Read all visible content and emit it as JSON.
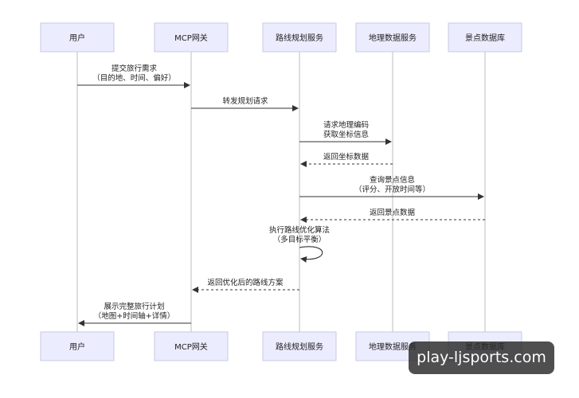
{
  "participants": [
    "用户",
    "MCP网关",
    "路线规划服务",
    "地理数据服务",
    "景点数据库"
  ],
  "messages": [
    {
      "from": 0,
      "to": 1,
      "style": "solid",
      "lines": [
        "提交旅行需求",
        "（目的地、时间、偏好）"
      ]
    },
    {
      "from": 1,
      "to": 2,
      "style": "solid",
      "lines": [
        "转发规划请求"
      ]
    },
    {
      "from": 2,
      "to": 3,
      "style": "solid",
      "lines": [
        "请求地理编码",
        "获取坐标信息"
      ]
    },
    {
      "from": 3,
      "to": 2,
      "style": "dashed",
      "lines": [
        "返回坐标数据"
      ]
    },
    {
      "from": 2,
      "to": 4,
      "style": "solid",
      "lines": [
        "查询景点信息",
        "（评分、开放时间等）"
      ]
    },
    {
      "from": 4,
      "to": 2,
      "style": "dashed",
      "lines": [
        "返回景点数据"
      ]
    },
    {
      "from": 2,
      "to": 2,
      "style": "self",
      "lines": [
        "执行路线优化算法",
        "（多目标平衡）"
      ]
    },
    {
      "from": 2,
      "to": 1,
      "style": "dashed",
      "lines": [
        "返回优化后的路线方案"
      ]
    },
    {
      "from": 1,
      "to": 0,
      "style": "solid",
      "lines": [
        "展示完整旅行计划",
        "（地图+时间轴+详情）"
      ]
    }
  ],
  "watermark": "play-ljsports.com"
}
